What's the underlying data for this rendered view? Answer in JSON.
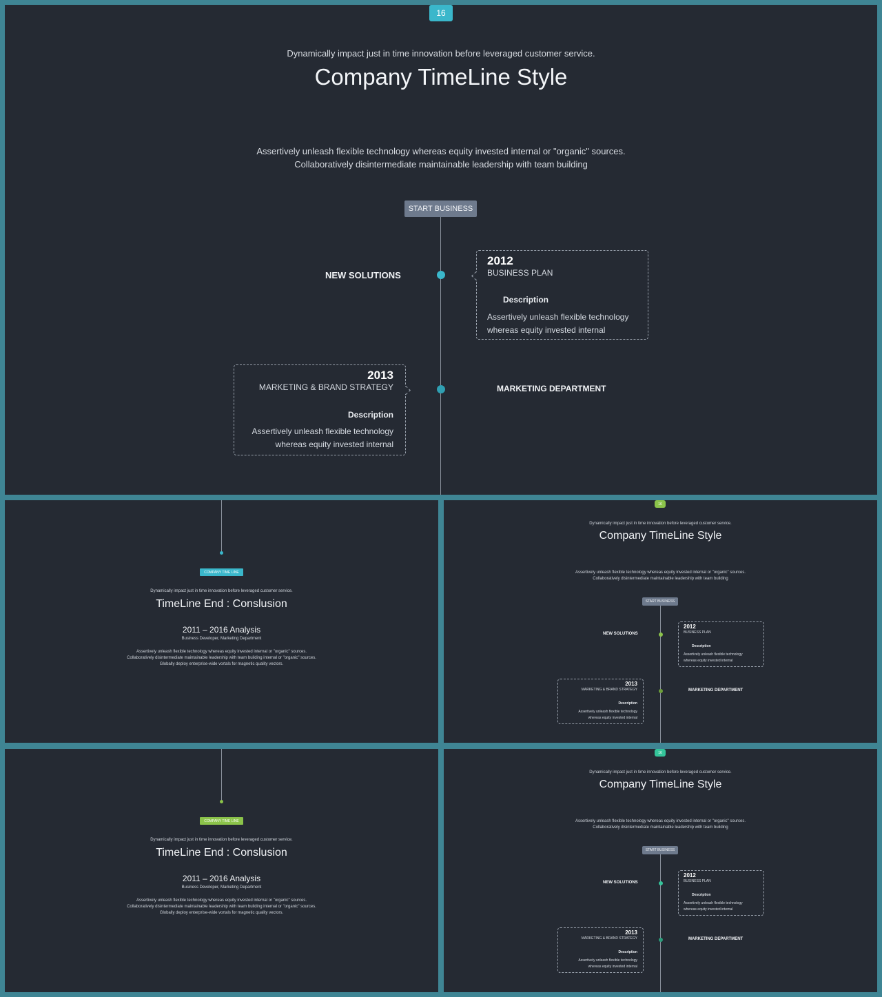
{
  "colors": {
    "frame": "#3f8594",
    "background": "#252a33",
    "accent_teal": "#3ab7cb",
    "accent_green": "#8bc34a",
    "accent_emerald": "#34c49a",
    "tag_gray": "#6e7a8d"
  },
  "timeline_slide": {
    "page_number": "16",
    "subtitle": "Dynamically impact just in time innovation  before leveraged customer service.",
    "title": "Company TimeLine Style",
    "intro_line1": "Assertively unleash flexible technology whereas equity invested internal or \"organic\" sources.",
    "intro_line2": "Collaboratively disintermediate maintainable leadership with team building",
    "start_tag": "START BUSINESS",
    "event1": {
      "side_label": "NEW SOLUTIONS",
      "year": "2012",
      "heading": "BUSINESS PLAN",
      "desc_title": "Description",
      "desc_line1": "Assertively unleash flexible technology",
      "desc_line2": "whereas equity  invested internal"
    },
    "event2": {
      "side_label": "MARKETING DEPARTMENT",
      "year": "2013",
      "heading": "MARKETING & BRAND STRATEGY",
      "desc_title": "Description",
      "desc_line1": "Assertively unleash flexible technology",
      "desc_line2": "whereas equity  invested internal"
    }
  },
  "end_slide": {
    "tag": "COMPANY TIME LINE",
    "subtitle": "Dynamically impact just in time innovation  before leveraged customer service.",
    "title": "TimeLine End : Conslusion",
    "range": "2011 – 2016 Analysis",
    "departments": "Business Developer, Marketing Department",
    "body_line1": "Assertively unleash flexible technology whereas equity invested internal or \"organic\" sources.",
    "body_line2": "Collaboratively disintermediate maintainable leadership with team building internal or \"organic\" sources.",
    "body_line3": "Globally deploy enterprise-wide vortals for magnetic quality vectors."
  }
}
